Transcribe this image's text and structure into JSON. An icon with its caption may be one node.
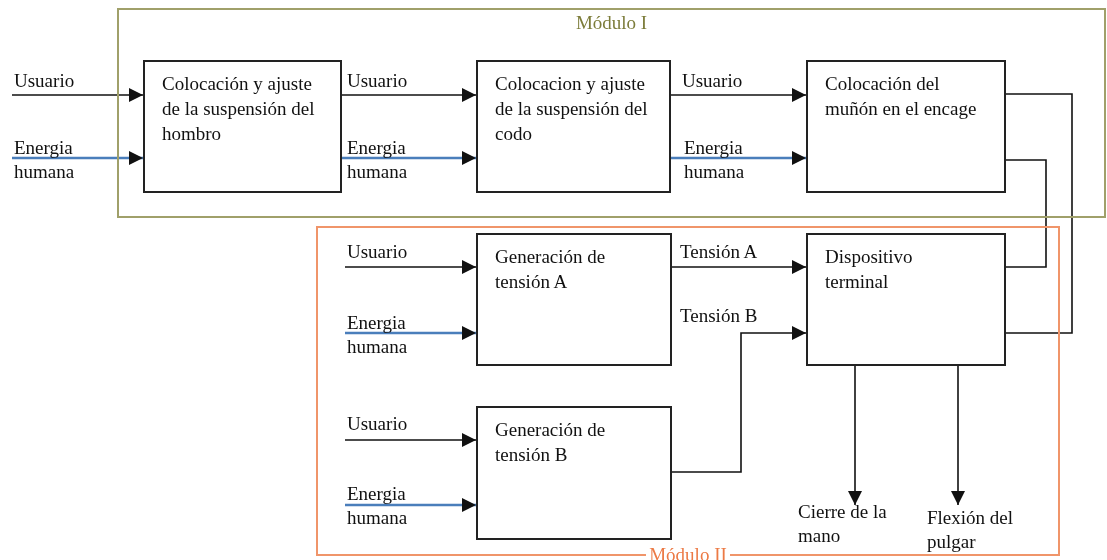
{
  "diagram": {
    "nodes": [
      {
        "text": [
          "Módulo I"
        ]
      },
      {
        "text": [
          "Colocación y ajuste de la suspensión del hombro"
        ],
        "in": 0
      },
      {
        "text": [
          "Colocacion y ajuste de la suspensión del codo"
        ],
        "in": 0
      },
      {
        "text": [
          "Colocación del muñón en el encage"
        ],
        "in": 0
      },
      {
        "text": [
          "Módulo II"
        ]
      },
      {
        "text": [
          "Generación de tensión A"
        ],
        "in": 4
      },
      {
        "text": [
          "Dispositivo terminal"
        ],
        "in": 4
      },
      {
        "text": [
          "Generación de tensión B"
        ],
        "in": 4
      }
    ],
    "edges": [
      {
        "from": null,
        "to": 1,
        "arrow": "to",
        "label": "Usuario"
      },
      {
        "from": null,
        "to": 1,
        "arrow": "to",
        "label": "Energia humana",
        "color": "#4a7ebb"
      },
      {
        "from": 1,
        "to": 2,
        "arrow": "to",
        "label": "Usuario"
      },
      {
        "from": 1,
        "to": 2,
        "arrow": "to",
        "label": "Energia humana",
        "color": "#4a7ebb"
      },
      {
        "from": 2,
        "to": 3,
        "arrow": "to",
        "label": "Usuario"
      },
      {
        "from": 2,
        "to": 3,
        "arrow": "to",
        "label": "Energia humana",
        "color": "#4a7ebb"
      },
      {
        "from": 3,
        "to": 6,
        "arrow": "none"
      },
      {
        "from": 3,
        "to": 6,
        "arrow": "none"
      },
      {
        "from": null,
        "to": 5,
        "arrow": "to",
        "label": "Usuario"
      },
      {
        "from": null,
        "to": 5,
        "arrow": "to",
        "label": "Energia humana",
        "color": "#4a7ebb"
      },
      {
        "from": 5,
        "to": 6,
        "arrow": "to",
        "label": "Tensión A"
      },
      {
        "from": 7,
        "to": 6,
        "arrow": "to",
        "label": "Tensión B"
      },
      {
        "from": null,
        "to": 7,
        "arrow": "to",
        "label": "Usuario"
      },
      {
        "from": null,
        "to": 7,
        "arrow": "to",
        "label": "Energia humana",
        "color": "#4a7ebb"
      },
      {
        "from": 6,
        "to": null,
        "arrow": "to",
        "label": "Cierre de la mano"
      },
      {
        "from": 6,
        "to": null,
        "arrow": "to",
        "label": "Flexión del pulgar"
      }
    ]
  }
}
